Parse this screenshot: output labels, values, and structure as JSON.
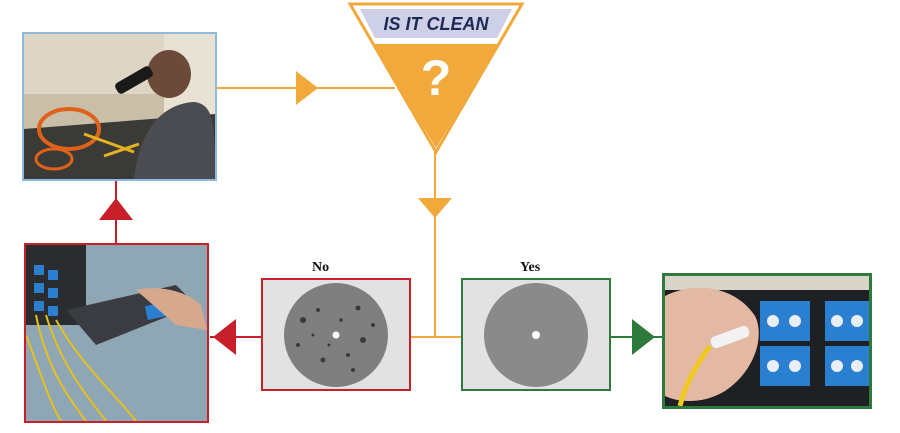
{
  "decision": {
    "title": "IS IT CLEAN",
    "symbol": "?"
  },
  "branches": {
    "no_label": "No",
    "yes_label": "Yes"
  },
  "colors": {
    "flow_orange": "#f2a93b",
    "no_red": "#c8202a",
    "yes_green": "#2e7a3c",
    "photo_border_blue": "#8fb9df",
    "title_bar": "#cdd0e6"
  },
  "photos": {
    "inspection": "person inspecting fiber connector with microscope",
    "probe": "inspection probe at patch panel",
    "dirty_endface": "dirty fiber end-face with contamination",
    "clean_endface": "clean fiber end-face",
    "connect": "hand connecting fiber to LC adapter"
  }
}
